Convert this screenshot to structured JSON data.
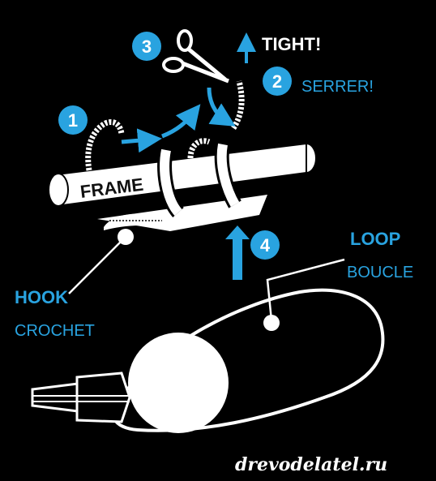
{
  "colors": {
    "background": "#000000",
    "accent_blue": "#29a3e0",
    "line_white": "#ffffff"
  },
  "steps": {
    "step1": "1",
    "step2": "2",
    "step3": "3",
    "step4": "4"
  },
  "labels": {
    "tight_en": "TIGHT!",
    "tight_fr": "SERRER!",
    "frame": "FRAME",
    "loop_en": "LOOP",
    "loop_fr": "BOUCLE",
    "hook_en": "HOOK",
    "hook_fr": "CROCHET"
  },
  "icons": {
    "scissors": "scissors-icon",
    "arrow_up": "arrow-up-icon",
    "arrow_curved": "curved-arrow-icon"
  },
  "watermark": "drevodelatel.ru"
}
